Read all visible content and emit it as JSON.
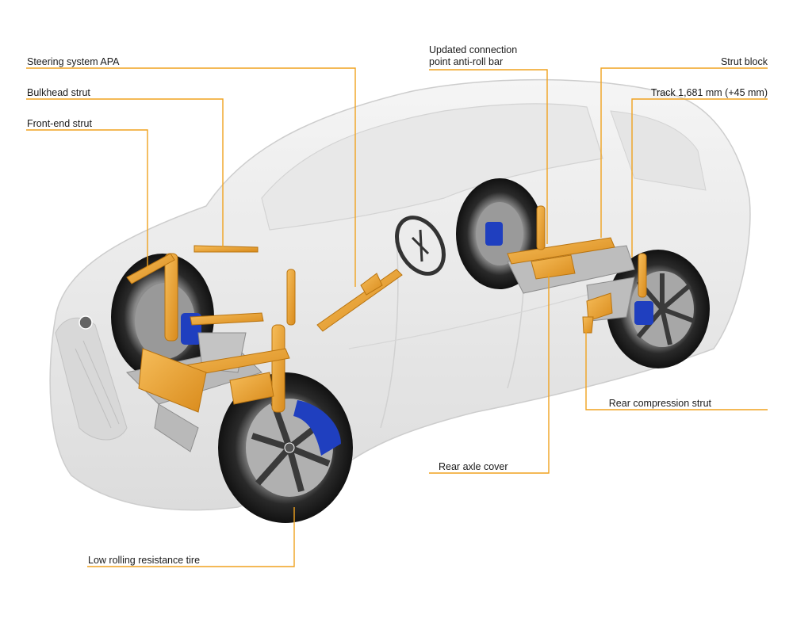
{
  "accent_color": "#f0a21f",
  "labels": {
    "steering_system": "Steering system APA",
    "bulkhead_strut": "Bulkhead strut",
    "front_end_strut": "Front-end strut",
    "updated_connection_line1": "Updated connection",
    "updated_connection_line2": "point anti-roll bar",
    "strut_block": "Strut block",
    "track": "Track 1,681 mm (+45 mm)",
    "rear_compression_strut": "Rear compression strut",
    "rear_axle_cover": "Rear axle cover",
    "low_rolling_tire": "Low rolling resistance tire"
  }
}
